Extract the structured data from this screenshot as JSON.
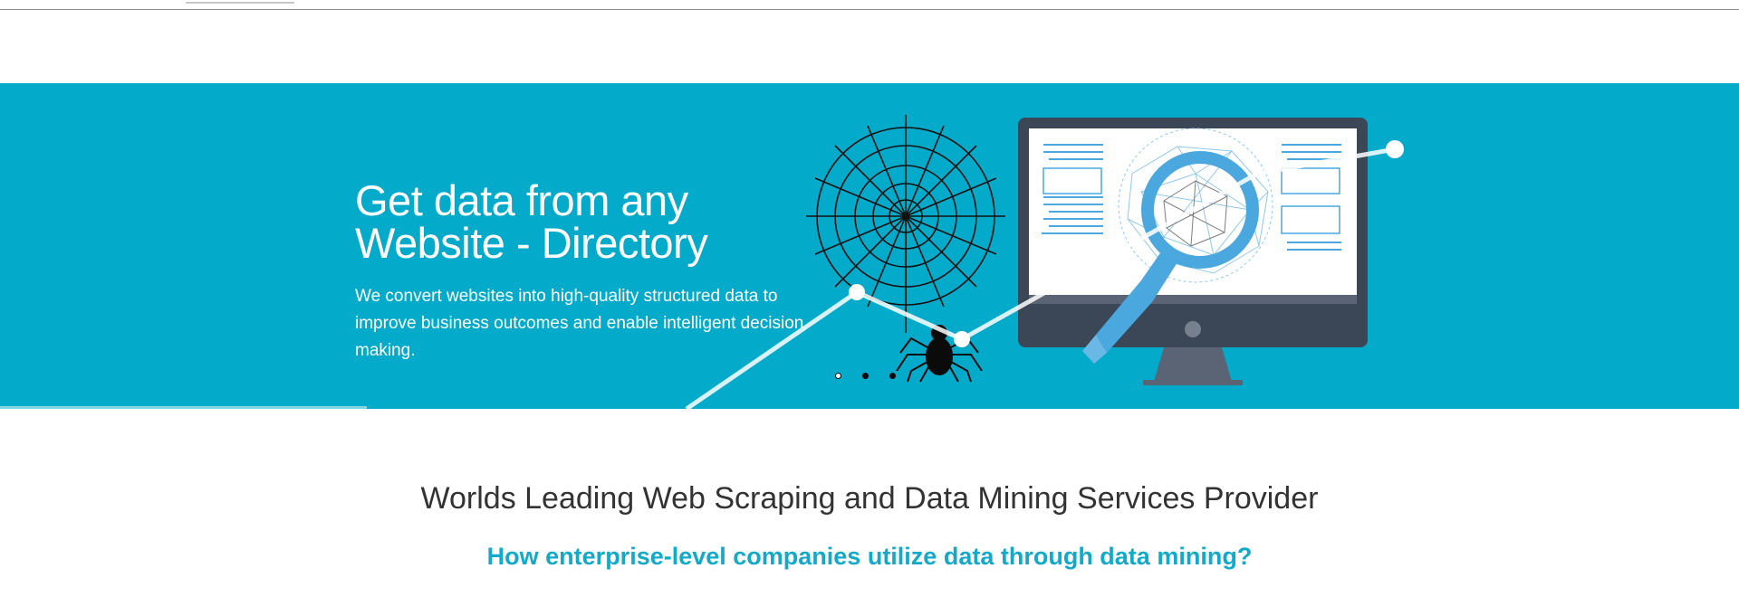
{
  "hero": {
    "title_line1": "Get data from any",
    "title_line2": "Website - Directory",
    "description": "We convert websites into high-quality structured data to improve business outcomes and enable intelligent decision making.",
    "slide_count": 3,
    "active_slide": 1
  },
  "main": {
    "headline": "Worlds Leading Web Scraping and Data Mining Services Provider",
    "subheadline": "How enterprise-level companies utilize data through data mining?"
  },
  "colors": {
    "hero_background": "#04aac9",
    "accent": "#13aac9",
    "headline_text": "#333333",
    "monitor_frame": "#3b4657",
    "magnifier_blue": "#4aa8de"
  },
  "icons": {
    "spider_web": "spider-web-icon",
    "spider": "spider-icon",
    "monitor": "monitor-icon",
    "magnifying_glass": "magnifying-glass-icon",
    "trend_line": "trend-line-icon"
  }
}
